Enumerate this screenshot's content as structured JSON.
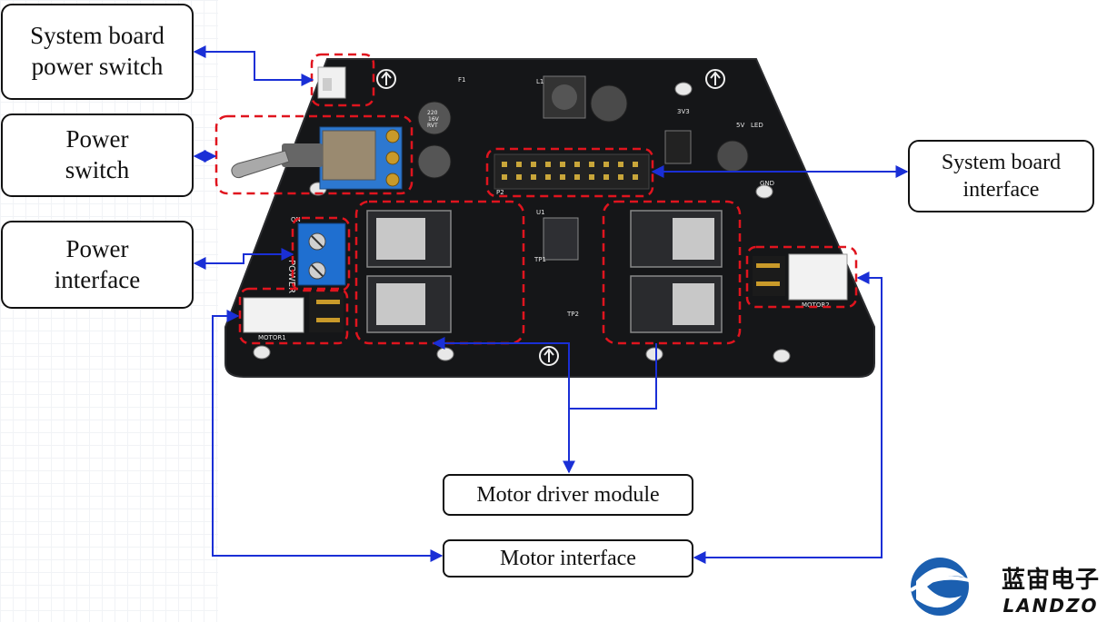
{
  "labels": {
    "system_board_power_switch": [
      "System board",
      "power switch"
    ],
    "power_switch": [
      "Power",
      "switch"
    ],
    "power_interface": [
      "Power",
      "interface"
    ],
    "system_board_interface": [
      "System board",
      "interface"
    ],
    "motor_driver_module": "Motor driver module",
    "motor_interface": "Motor interface"
  },
  "board_silkscreen": {
    "power": "POWER",
    "on": "ON",
    "motor1": "MOTOR1",
    "motor2": "MOTOR2",
    "led": "LED",
    "v33": "3V3",
    "v5": "5V",
    "gnd": "GND",
    "p2": "P2",
    "u1": "U1",
    "tp1": "TP1",
    "tp2": "TP2",
    "l1": "L1",
    "f1": "F1",
    "cap_text": [
      "220",
      "16V",
      "RVT"
    ]
  },
  "logo": {
    "cn": "蓝宙电子",
    "en": "LANDZO"
  },
  "colors": {
    "arrow_blue": "#1a2fd6",
    "highlight_red": "#e0141e",
    "pcb_black": "#151618",
    "terminal_blue": "#1f6fd0"
  }
}
